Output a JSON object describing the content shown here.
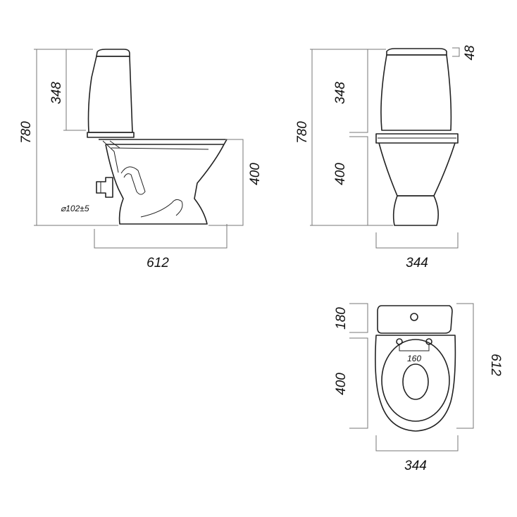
{
  "side_view": {
    "dim_total_height": "780",
    "dim_tank_height": "348",
    "dim_bowl_height": "400",
    "dim_depth": "612",
    "dim_outlet": "⌀102±5"
  },
  "front_view": {
    "dim_total_height": "780",
    "dim_tank_height": "348",
    "dim_lid": "48",
    "dim_bowl_height": "400",
    "dim_width": "344"
  },
  "top_view": {
    "dim_tank_depth": "180",
    "dim_bowl_depth": "400",
    "dim_total_depth": "612",
    "dim_hinge_spacing": "160",
    "dim_width": "344"
  }
}
